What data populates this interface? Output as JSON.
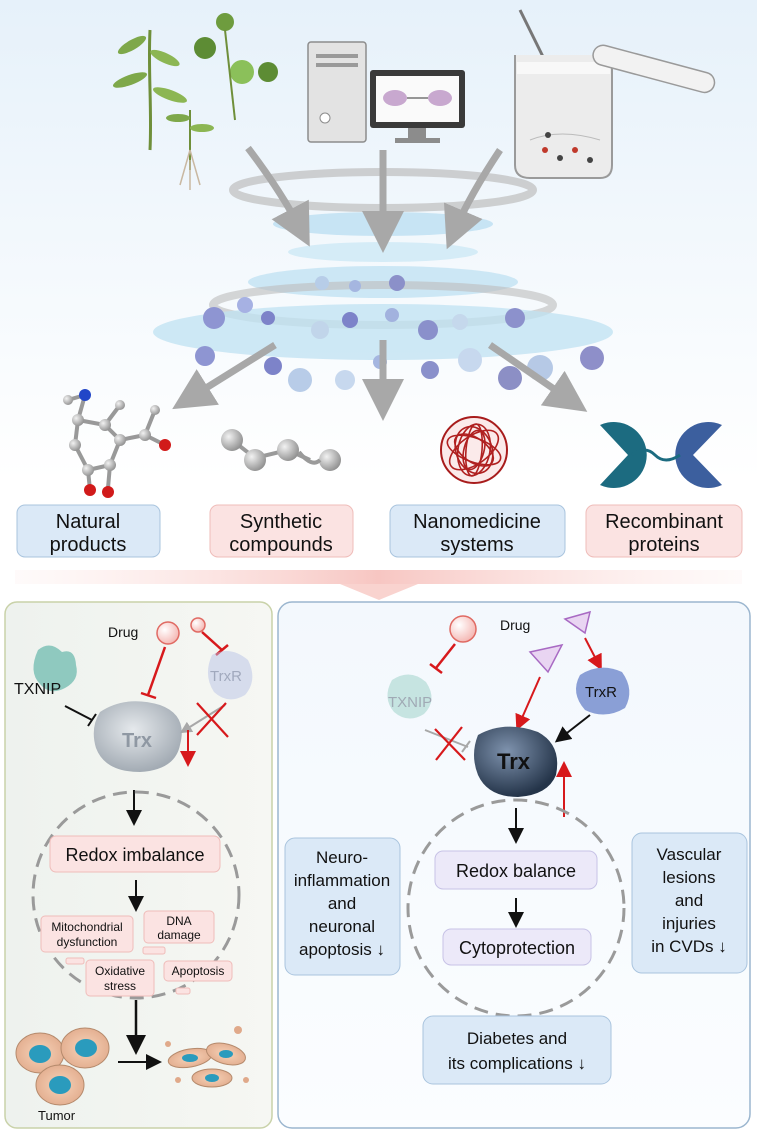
{
  "categories": {
    "natural": [
      "Natural",
      "products"
    ],
    "synthetic": [
      "Synthetic",
      "compounds"
    ],
    "nano": [
      "Nanomedicine",
      "systems"
    ],
    "recombinant": [
      "Recombinant",
      "proteins"
    ]
  },
  "left_panel": {
    "drug": "Drug",
    "txnip": "TXNIP",
    "trxr": "TrxR",
    "trx": "Trx",
    "redox_imbalance": "Redox imbalance",
    "mitochondrial": [
      "Mitochondrial",
      "dysfunction"
    ],
    "dna_damage": [
      "DNA",
      "damage"
    ],
    "oxidative_stress": [
      "Oxidative",
      "stress"
    ],
    "apoptosis": "Apoptosis",
    "tumor": "Tumor"
  },
  "right_panel": {
    "drug": "Drug",
    "txnip": "TXNIP",
    "trxr": "TrxR",
    "trx": "Trx",
    "redox_balance": "Redox balance",
    "cytoprotection": "Cytoprotection",
    "neuro": [
      "Neuro-",
      "inflammation",
      "and",
      "neuronal",
      "apoptosis ↓"
    ],
    "vascular": [
      "Vascular",
      "lesions",
      "and",
      "injuries",
      "in CVDs ↓"
    ],
    "diabetes": [
      "Diabetes and",
      "its complications ↓"
    ]
  },
  "colors": {
    "blue_box": "#dbe9f7",
    "pink_box": "#fbe3e2",
    "red_arrow": "#d7191c",
    "purple_dot": "#7d83c9",
    "panel_border": "#9bb6cf"
  }
}
